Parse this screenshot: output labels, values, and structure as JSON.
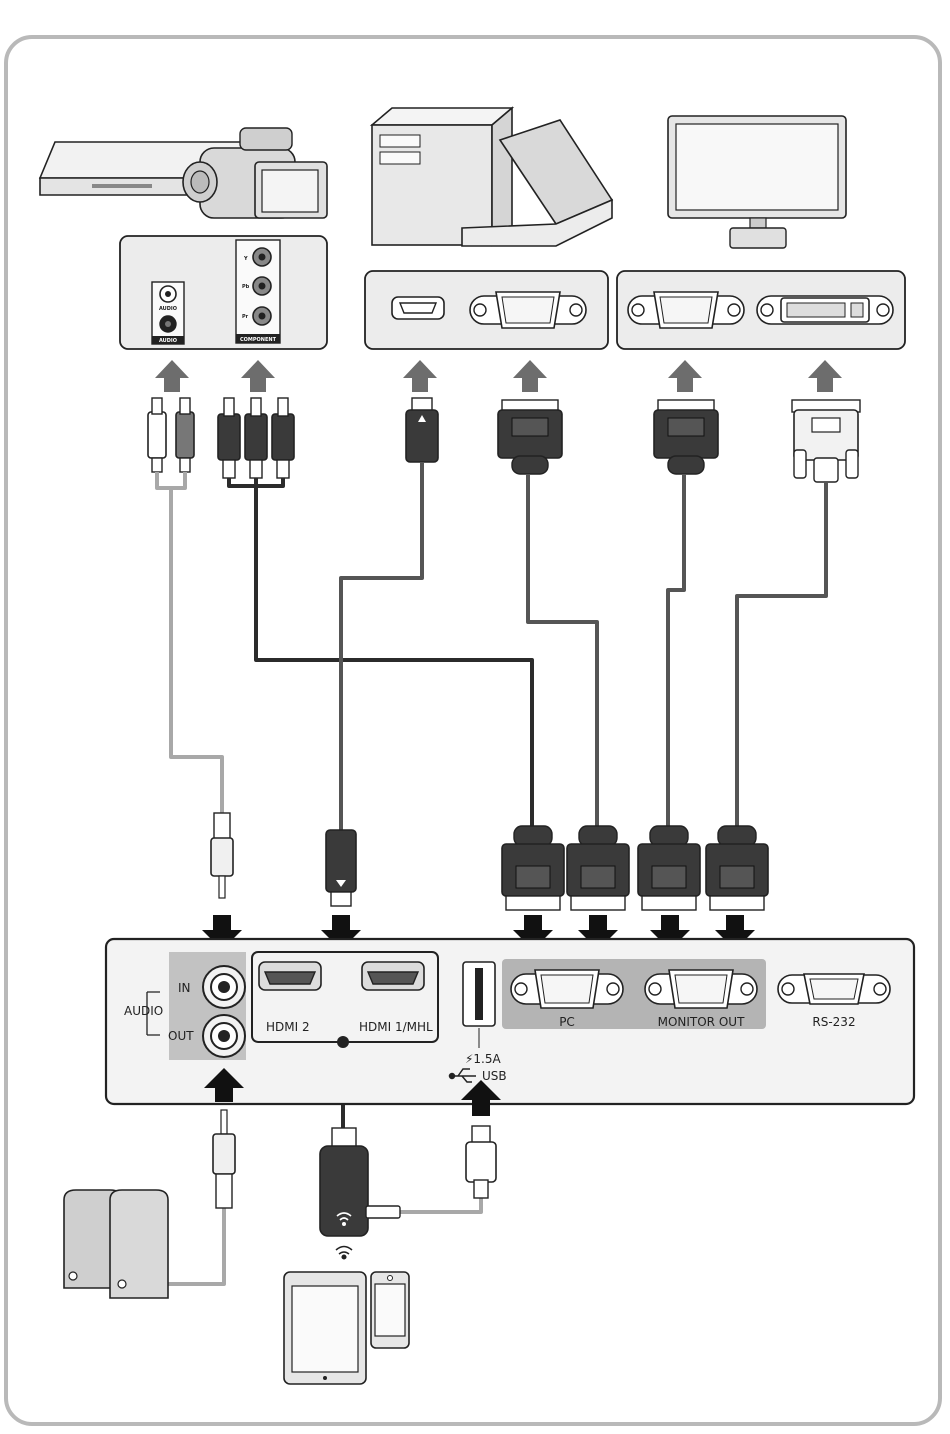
{
  "source_labels": {
    "audio_jack": "AUDIO",
    "audio_strip": "AUDIO",
    "component_strip": "COMPONENT",
    "component_y": "Y",
    "component_pb": "Pb",
    "component_pr": "Pr"
  },
  "projector_panel": {
    "audio_group_label": "AUDIO",
    "audio_in_label": "IN",
    "audio_out_label": "OUT",
    "hdmi2_label": "HDMI 2",
    "hdmi1_label": "HDMI 1/MHL",
    "usb_power_label": "⚡1.5A",
    "usb_label": "USB",
    "pc_label": "PC",
    "monitor_out_label": "MONITOR OUT",
    "rs232_label": "RS-232"
  },
  "colors": {
    "frame": "#b9b9b9",
    "cable_dark": "#2b2b2b",
    "cable_mid": "#555555",
    "cable_light": "#a8a8a8",
    "arrow_grey": "#6d6d6d",
    "arrow_black": "#111111",
    "port_band": "#b4b4b4",
    "device_fill": "#e6e6e6",
    "plug_dark": "#3a3a3a"
  },
  "icons": [
    "dvd-player",
    "camcorder",
    "desktop-pc",
    "laptop",
    "monitor",
    "speakers",
    "hdmi-dongle",
    "tablet",
    "smartphone",
    "wifi",
    "usb"
  ]
}
